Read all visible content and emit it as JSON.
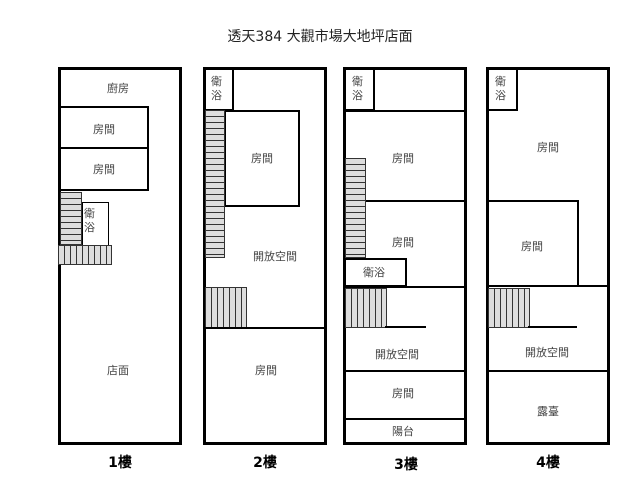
{
  "title": "透天384 大觀市場大地坪店面",
  "floors": [
    {
      "caption": "1樓",
      "rooms": [
        "廚房",
        "房間",
        "房間",
        "衛浴",
        "店面"
      ]
    },
    {
      "caption": "2樓",
      "rooms": [
        "衛浴",
        "房間",
        "開放空間",
        "房間"
      ]
    },
    {
      "caption": "3樓",
      "rooms": [
        "衛浴",
        "房間",
        "房間",
        "衛浴",
        "開放空間",
        "房間",
        "陽台"
      ]
    },
    {
      "caption": "4樓",
      "rooms": [
        "衛浴",
        "房間",
        "房間",
        "開放空間",
        "露臺"
      ]
    }
  ]
}
